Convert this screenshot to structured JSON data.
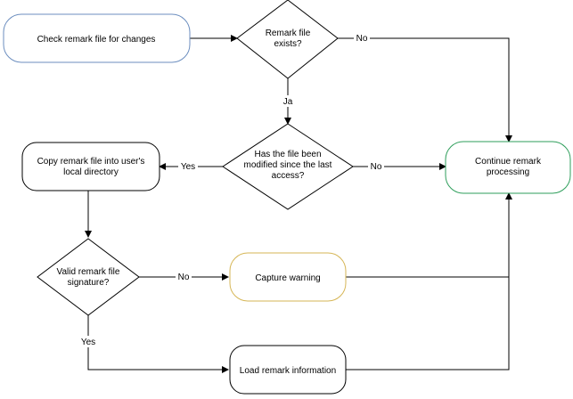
{
  "nodes": {
    "start": {
      "lines": [
        "Check remark file for changes"
      ],
      "color": "#6c8ebf"
    },
    "exists": {
      "lines": [
        "Remark file",
        "exists?"
      ]
    },
    "modified": {
      "lines": [
        "Has the file been",
        "modified since the last",
        "access?"
      ]
    },
    "copy": {
      "lines": [
        "Copy remark file into user's",
        "local directory"
      ]
    },
    "continue": {
      "lines": [
        "Continue remark",
        "processing"
      ],
      "color": "#2e9e5b"
    },
    "valid": {
      "lines": [
        "Valid remark file",
        "signature?"
      ]
    },
    "warning": {
      "lines": [
        "Capture warning"
      ],
      "color": "#d6b656"
    },
    "load": {
      "lines": [
        "Load remark information"
      ]
    }
  },
  "edges": {
    "exists_no": "No",
    "exists_yes": "Ja",
    "modified_yes": "Yes",
    "modified_no": "No",
    "valid_no": "No",
    "valid_yes": "Yes"
  }
}
